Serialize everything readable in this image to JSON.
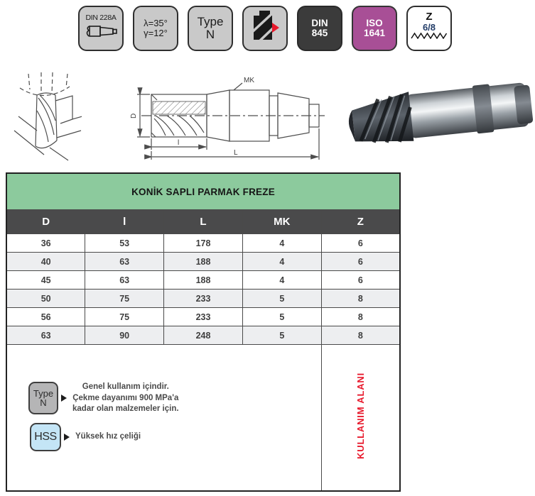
{
  "badges": [
    {
      "label": "DIN 228A",
      "icon": "taper-shank-icon"
    },
    {
      "line1": "λ=35°",
      "line2": "γ=12°"
    },
    {
      "line1": "Type",
      "line2": "N"
    },
    {
      "icon": "side-milling-icon"
    },
    {
      "line1": "DIN",
      "line2": "845"
    },
    {
      "line1": "ISO",
      "line2": "1641"
    },
    {
      "line1": "Z",
      "line2": "6/8"
    }
  ],
  "diagram": {
    "label_d": "D",
    "label_l": "l",
    "label_L": "L",
    "label_mk": "MK"
  },
  "table": {
    "title": "KONİK SAPLI PARMAK FREZE",
    "columns": [
      "D",
      "l",
      "L",
      "MK",
      "Z"
    ],
    "rows": [
      [
        "36",
        "53",
        "178",
        "4",
        "6"
      ],
      [
        "40",
        "63",
        "188",
        "4",
        "6"
      ],
      [
        "45",
        "63",
        "188",
        "4",
        "6"
      ],
      [
        "50",
        "75",
        "233",
        "5",
        "8"
      ],
      [
        "56",
        "75",
        "233",
        "5",
        "8"
      ],
      [
        "63",
        "90",
        "248",
        "5",
        "8"
      ]
    ],
    "usage_area_label": "KULLANIM ALANI"
  },
  "legend": {
    "type_n_badge_line1": "Type",
    "type_n_badge_line2": "N",
    "type_n_line1": "Genel kullanım içindir.",
    "type_n_line2": "Çekme dayanımı 900 MPa'a",
    "type_n_line3": "kadar olan malzemeler için.",
    "hss_badge": "HSS",
    "hss_text": "Yüksek hız çeliği"
  },
  "colors": {
    "table_title_bg": "#8cca9d",
    "table_header_bg": "#4a4a4b",
    "row_alt_bg": "#edeef0",
    "badge_gray_bg": "#c9c9c9",
    "badge_dark_bg": "#3b3b3b",
    "badge_magenta_bg": "#a84f96",
    "hss_badge_bg": "#c4e5f6",
    "type_n_badge_bg": "#b5b5b6",
    "accent_red": "#e8192c",
    "flute_count_color": "#223c68"
  }
}
